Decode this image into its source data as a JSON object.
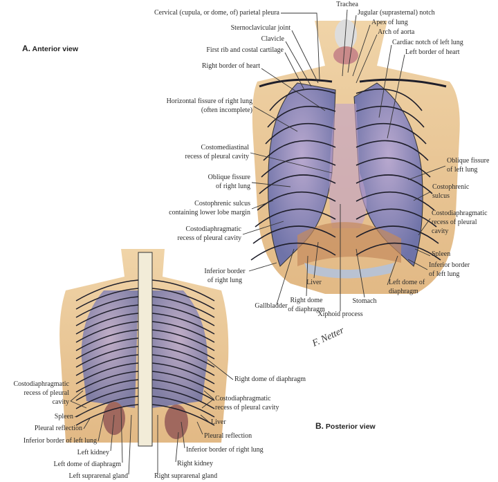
{
  "anterior": {
    "view_letter": "A.",
    "view_title": "Anterior view",
    "labels": [
      {
        "name": "trachea",
        "lines": [
          "Trachea"
        ]
      },
      {
        "name": "cervical-parietal-pleura",
        "lines": [
          "Cervical (cupula, or dome, of) parietal pleura"
        ]
      },
      {
        "name": "jugular-notch",
        "lines": [
          "Jugular (suprasternal) notch"
        ]
      },
      {
        "name": "sternoclavicular-joint",
        "lines": [
          "Sternoclavicular joint"
        ]
      },
      {
        "name": "apex-of-lung",
        "lines": [
          "Apex of lung"
        ]
      },
      {
        "name": "clavicle",
        "lines": [
          "Clavicle"
        ]
      },
      {
        "name": "arch-of-aorta",
        "lines": [
          "Arch of aorta"
        ]
      },
      {
        "name": "first-rib",
        "lines": [
          "First rib and costal cartilage"
        ]
      },
      {
        "name": "cardiac-notch",
        "lines": [
          "Cardiac notch of left lung"
        ]
      },
      {
        "name": "left-border-heart",
        "lines": [
          "Left border of heart"
        ]
      },
      {
        "name": "right-border-heart",
        "lines": [
          "Right border of heart"
        ]
      },
      {
        "name": "horizontal-fissure",
        "lines": [
          "Horizontal fissure of right lung",
          "(often incomplete)"
        ]
      },
      {
        "name": "costomediastinal-recess",
        "lines": [
          "Costomediastinal",
          "recess of pleural cavity"
        ]
      },
      {
        "name": "oblique-fissure-right",
        "lines": [
          "Oblique fissure",
          "of right lung"
        ]
      },
      {
        "name": "costophrenic-sulcus-right",
        "lines": [
          "Costophrenic sulcus",
          "containing lower lobe margin"
        ]
      },
      {
        "name": "costodiaphragmatic-recess-right",
        "lines": [
          "Costodiaphragmatic",
          "recess of pleural cavity"
        ]
      },
      {
        "name": "oblique-fissure-left",
        "lines": [
          "Oblique fissure",
          "of left lung"
        ]
      },
      {
        "name": "costophrenic-sulcus-left",
        "lines": [
          "Costophrenic",
          "sulcus"
        ]
      },
      {
        "name": "costodiaphragmatic-recess-left",
        "lines": [
          "Costodiaphragmatic",
          "recess of pleural",
          "cavity"
        ]
      },
      {
        "name": "spleen",
        "lines": [
          "Spleen"
        ]
      },
      {
        "name": "inferior-border-left-lung",
        "lines": [
          "Inferior border",
          "of left lung"
        ]
      },
      {
        "name": "left-dome-diaphragm",
        "lines": [
          "Left dome of",
          "diaphragm"
        ]
      },
      {
        "name": "stomach",
        "lines": [
          "Stomach"
        ]
      },
      {
        "name": "xiphoid-process",
        "lines": [
          "Xiphoid process"
        ]
      },
      {
        "name": "liver",
        "lines": [
          "Liver"
        ]
      },
      {
        "name": "right-dome-diaphragm",
        "lines": [
          "Right dome",
          "of diaphragm"
        ]
      },
      {
        "name": "gallbladder",
        "lines": [
          "Gallbladder"
        ]
      },
      {
        "name": "inferior-border-right-lung",
        "lines": [
          "Inferior border",
          "of right lung"
        ]
      }
    ]
  },
  "posterior": {
    "view_letter": "B.",
    "view_title": "Posterior view",
    "labels": [
      {
        "name": "right-dome-diaphragm",
        "lines": [
          "Right dome of diaphragm"
        ]
      },
      {
        "name": "costodiaphragmatic-recess-left",
        "lines": [
          "Costodiaphragmatic",
          "recess of pleural",
          "cavity"
        ]
      },
      {
        "name": "costodiaphragmatic-recess-right",
        "lines": [
          "Costodiaphragmatic",
          "recess of pleural cavity"
        ]
      },
      {
        "name": "spleen",
        "lines": [
          "Spleen"
        ]
      },
      {
        "name": "liver",
        "lines": [
          "Liver"
        ]
      },
      {
        "name": "pleural-reflection-left",
        "lines": [
          "Pleural reflection"
        ]
      },
      {
        "name": "pleural-reflection-right",
        "lines": [
          "Pleural reflection"
        ]
      },
      {
        "name": "inferior-border-left-lung",
        "lines": [
          "Inferior border of left lung"
        ]
      },
      {
        "name": "inferior-border-right-lung",
        "lines": [
          "Inferior border of right lung"
        ]
      },
      {
        "name": "left-kidney",
        "lines": [
          "Left kidney"
        ]
      },
      {
        "name": "right-kidney",
        "lines": [
          "Right kidney"
        ]
      },
      {
        "name": "left-dome-diaphragm",
        "lines": [
          "Left dome of diaphragm"
        ]
      },
      {
        "name": "left-suprarenal-gland",
        "lines": [
          "Left suprarenal gland"
        ]
      },
      {
        "name": "right-suprarenal-gland",
        "lines": [
          "Right suprarenal gland"
        ]
      }
    ]
  },
  "signature": "F. Netter",
  "colors": {
    "skin": "#e9c89a",
    "lung": "#8e86b8",
    "pleura": "#a9b8d8",
    "rib": "#1e1e2a",
    "kidney": "#a0685e",
    "heart": "#c87a8a"
  }
}
